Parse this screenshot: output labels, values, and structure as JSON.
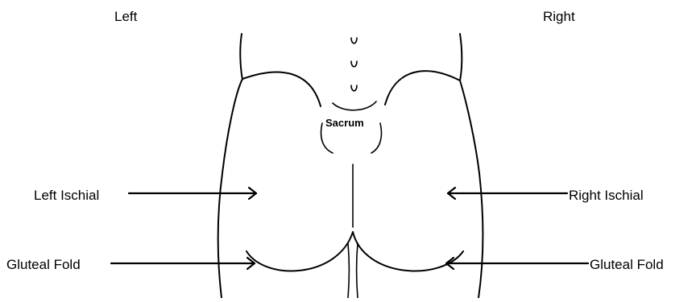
{
  "labels": {
    "side_left": "Left",
    "side_right": "Right",
    "sacrum": "Sacrum",
    "left_ischial": "Left Ischial",
    "right_ischial": "Right Ischial",
    "left_gluteal_fold": "Gluteal Fold",
    "right_gluteal_fold": "Gluteal Fold"
  },
  "colors": {
    "line": "#000000",
    "background": "#ffffff"
  }
}
